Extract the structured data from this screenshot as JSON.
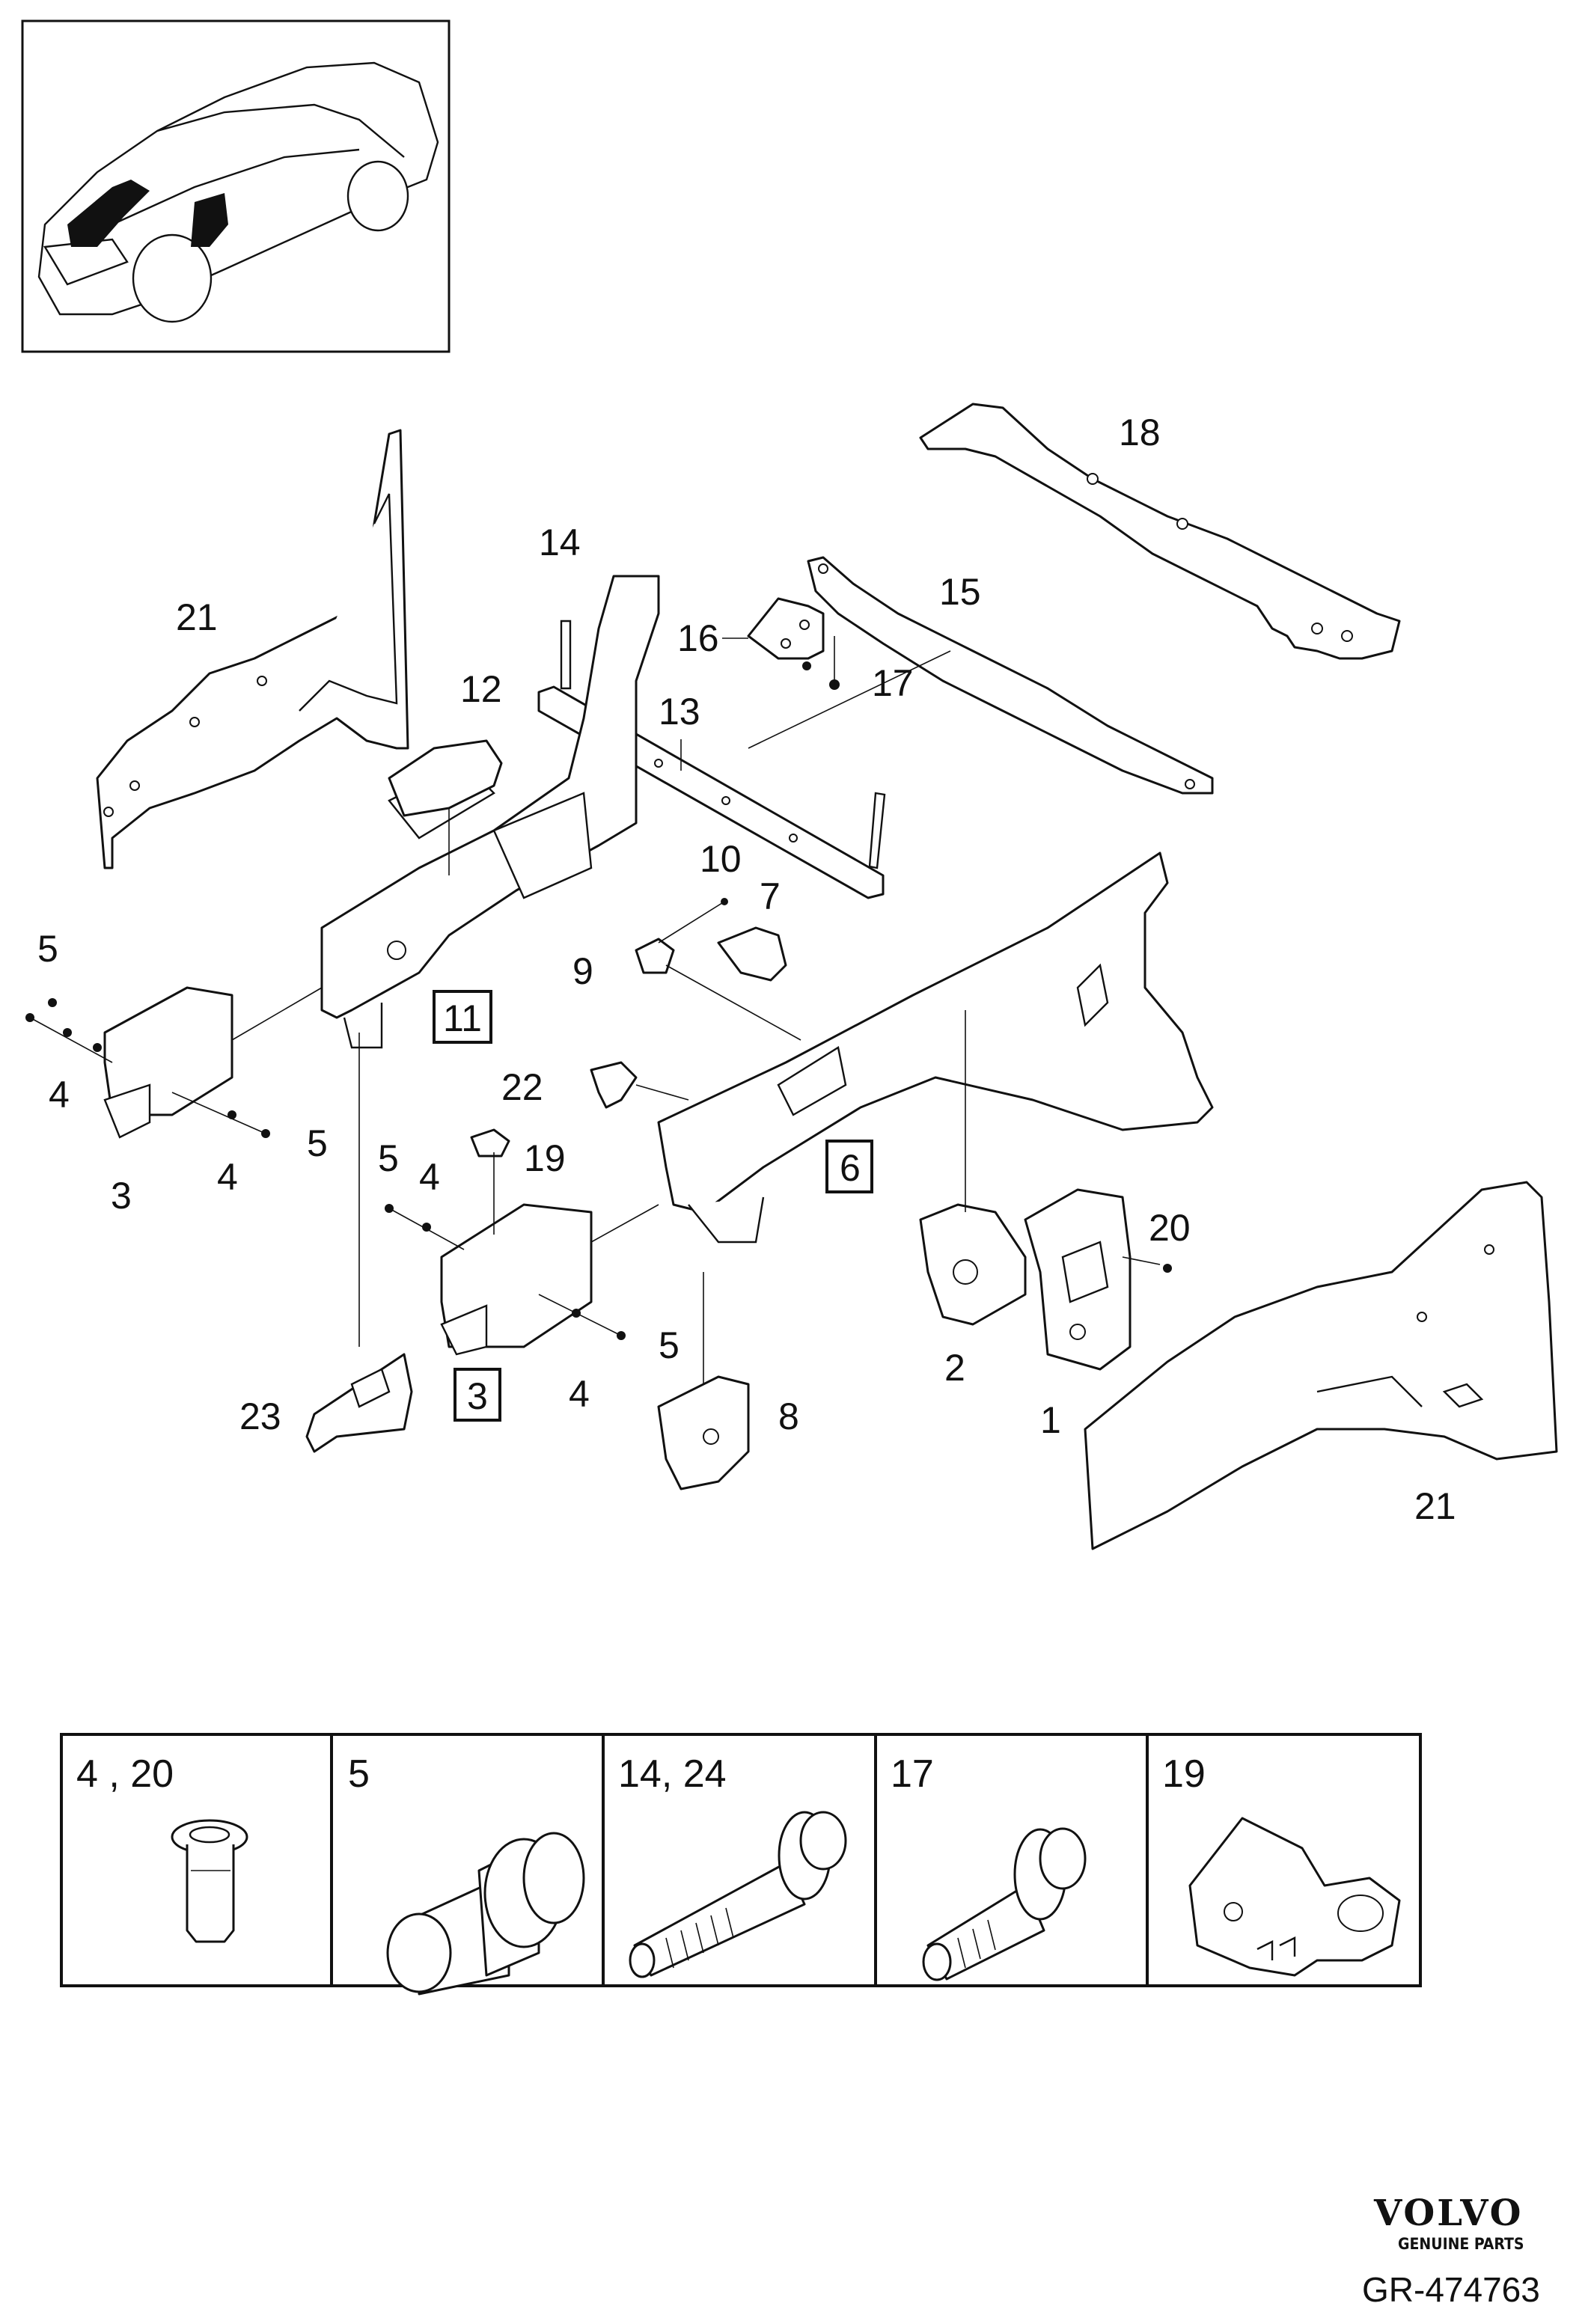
{
  "callouts": {
    "c1": "1",
    "c2": "2",
    "c3": "3",
    "c4a": "4",
    "c4b": "4",
    "c4c": "4",
    "c4d": "4",
    "c5a": "5",
    "c5b": "5",
    "c5c": "5",
    "c5d": "5",
    "c7": "7",
    "c8": "8",
    "c9": "9",
    "c10": "10",
    "c12": "12",
    "c13": "13",
    "c14": "14",
    "c15": "15",
    "c16": "16",
    "c17": "17",
    "c18": "18",
    "c19": "19",
    "c20": "20",
    "c21a": "21",
    "c21b": "21",
    "c22": "22",
    "c23": "23"
  },
  "boxed_callouts": {
    "b3": "3",
    "b6": "6",
    "b11": "11"
  },
  "legend": {
    "cells": [
      {
        "label": "4 , 20",
        "icon": "rivet-nut-icon"
      },
      {
        "label": "5",
        "icon": "stud-bolt-icon"
      },
      {
        "label": "14, 24",
        "icon": "long-flange-bolt-icon"
      },
      {
        "label": "17",
        "icon": "short-flange-bolt-icon"
      },
      {
        "label": "19",
        "icon": "clip-bracket-icon"
      }
    ]
  },
  "footer": {
    "brand": "VOLVO",
    "brand_sub": "GENUINE PARTS",
    "reference": "GR-474763"
  }
}
